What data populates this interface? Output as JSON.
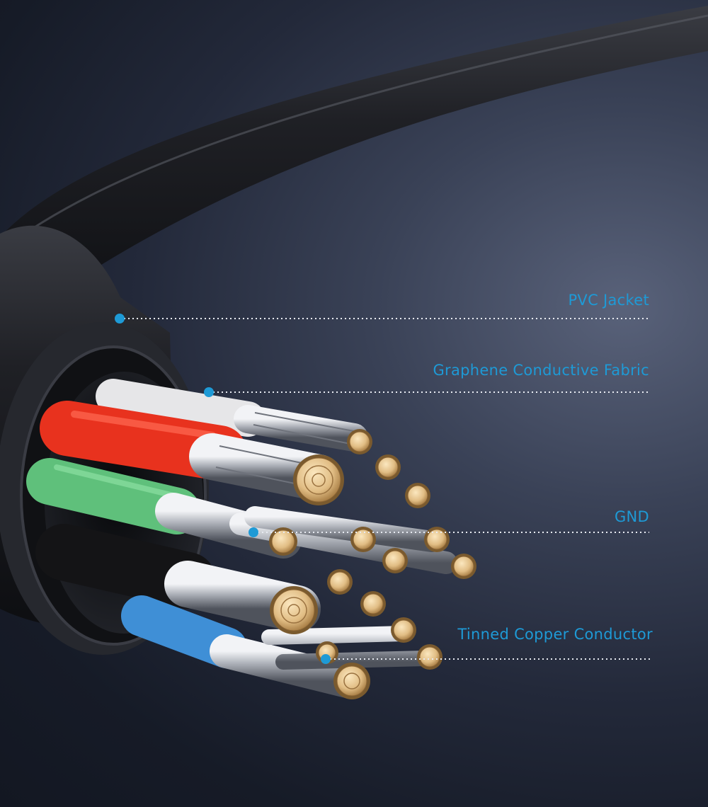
{
  "callouts": [
    {
      "id": "pvc-jacket",
      "label": "PVC Jacket"
    },
    {
      "id": "graphene-fabric",
      "label": "Graphene Conductive Fabric"
    },
    {
      "id": "gnd",
      "label": "GND"
    },
    {
      "id": "tinned-copper",
      "label": "Tinned Copper Conductor"
    }
  ],
  "colors": {
    "accent": "#1e9ad6",
    "jacket": "#1b1c20",
    "strand_tip": "#e4c28c",
    "wire_red": "#e8321e",
    "wire_green": "#5fc07b",
    "wire_white": "#e6e6e8",
    "wire_black": "#141416",
    "wire_blue": "#3f8fd6"
  },
  "icons": {
    "callout_marker": "dot-marker-icon",
    "leader": "dotted-leader-line"
  }
}
